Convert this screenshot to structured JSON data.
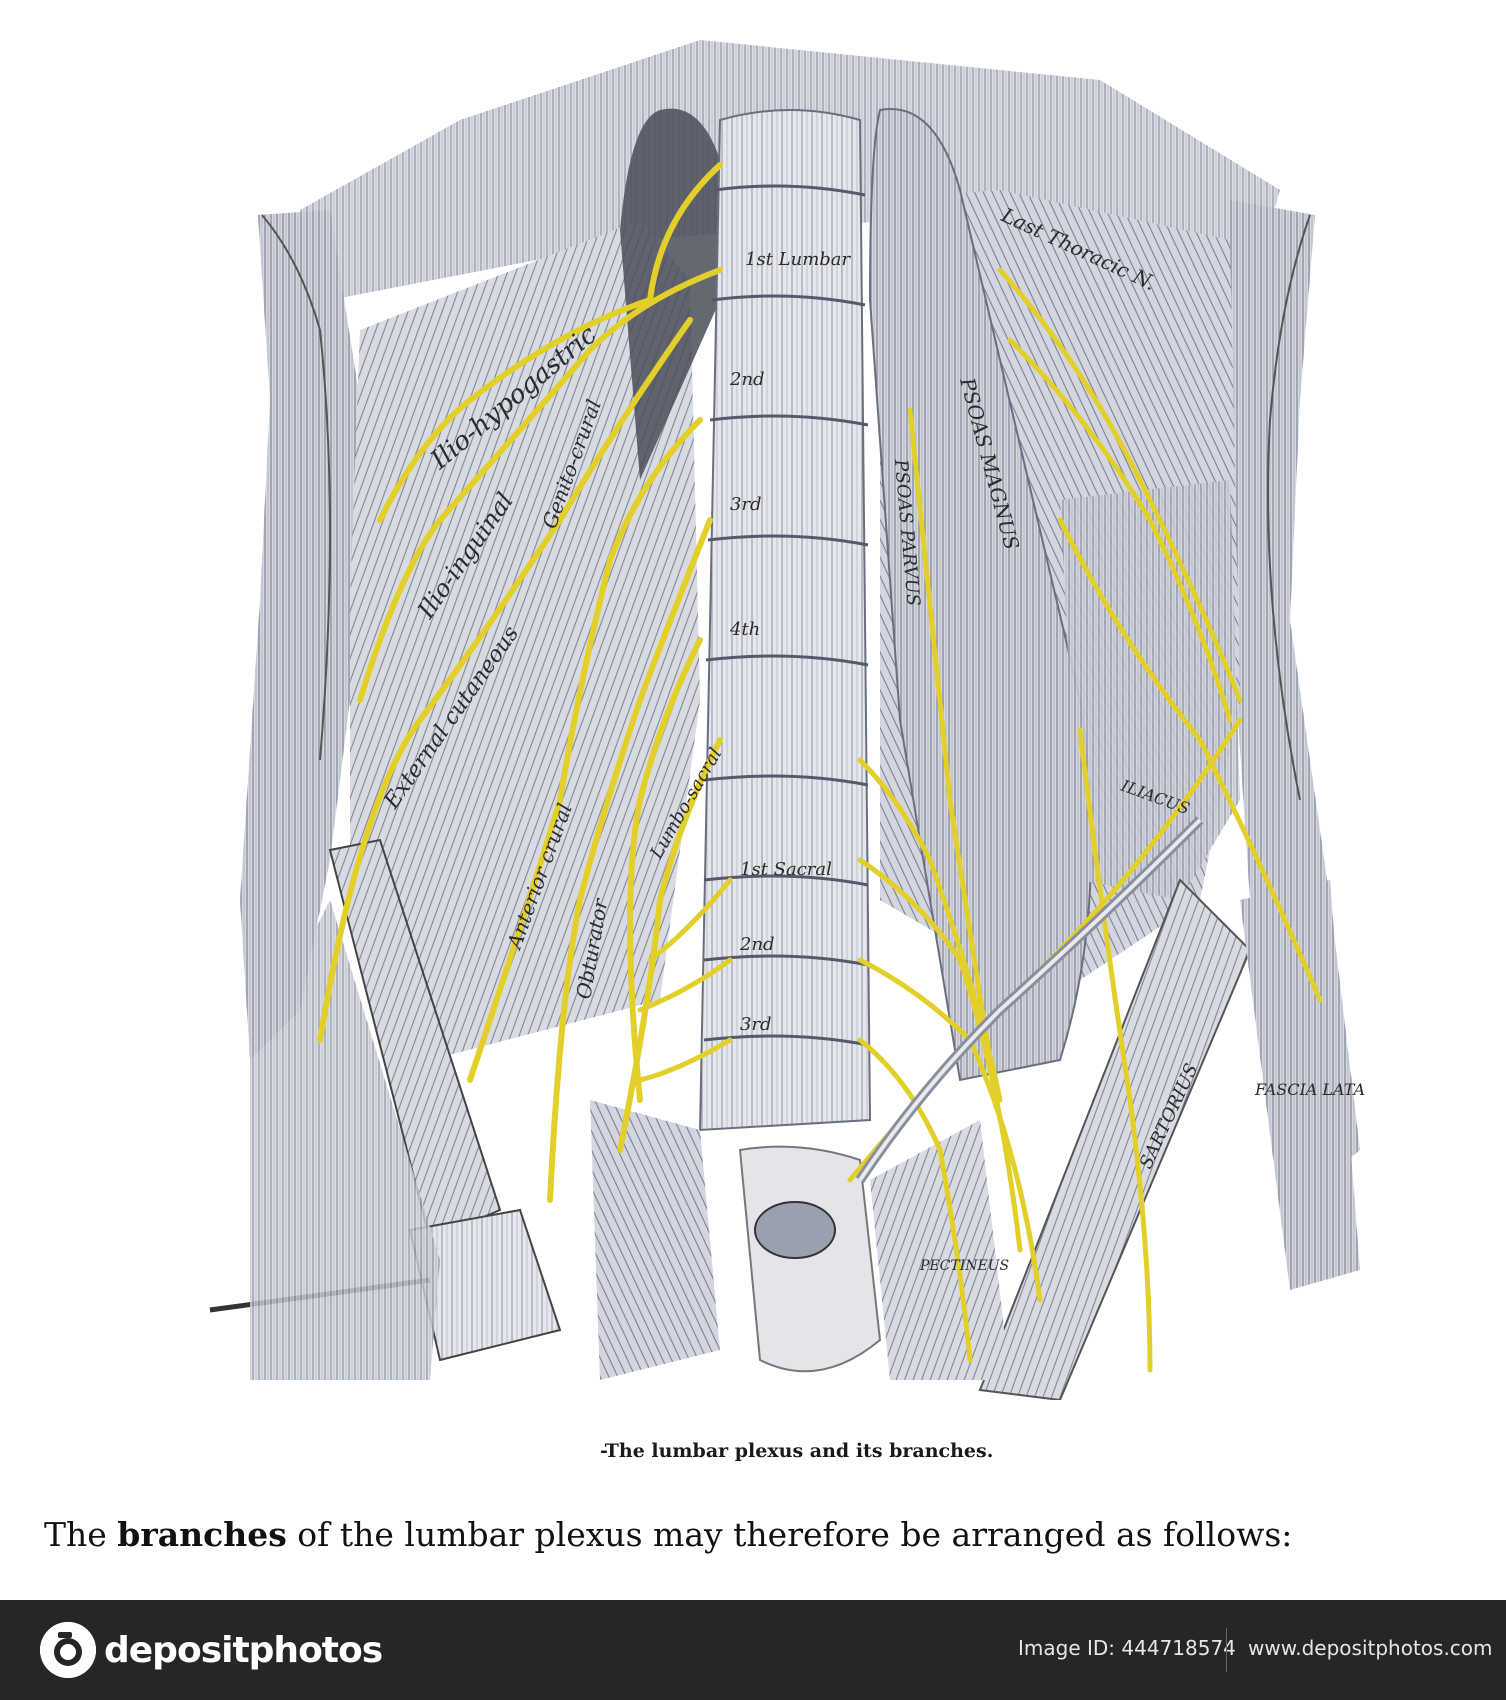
{
  "figure": {
    "caption": "-The lumbar plexus and its branches.",
    "labels": {
      "ilio_hypogastric": "Ilio-hypogastric",
      "ilio_inguinal": "Ilio-inguinal",
      "femoral_cutaneous": "External cutaneous",
      "genito_crural": "Genito-crural",
      "femoral": "Anterior crural",
      "obturator": "Obturator",
      "lumbo_sacral": "Lumbo-sacral",
      "psoas_magnus": "PSOAS MAGNUS",
      "psoas_parvus": "PSOAS PARVUS",
      "iliacus": "ILIACUS",
      "sartorius": "SARTORIUS",
      "fascia_lata": "FASCIA LATA",
      "last_thoracic": "Last Thoracic N.",
      "lumbar_1": "1st Lumbar",
      "lumbar_2": "2nd",
      "lumbar_3": "3rd",
      "lumbar_4": "4th",
      "sacral_1": "1st Sacral",
      "sacral_2": "2nd",
      "sacral_3": "3rd",
      "pectineus": "PECTINEUS"
    }
  },
  "text": {
    "main_before": "The ",
    "main_bold": "branches",
    "main_after": " of the lumbar plexus may therefore be arranged as follows:"
  },
  "footer": {
    "brand": "depositphotos",
    "image_id": "Image ID: 444718574",
    "url": "www.depositphotos.com"
  },
  "colors": {
    "nerve": "#e3cf2a",
    "muscle": "#c9ccd6",
    "muscle_shadow": "#8e94a6",
    "footer_bg": "#262626"
  }
}
